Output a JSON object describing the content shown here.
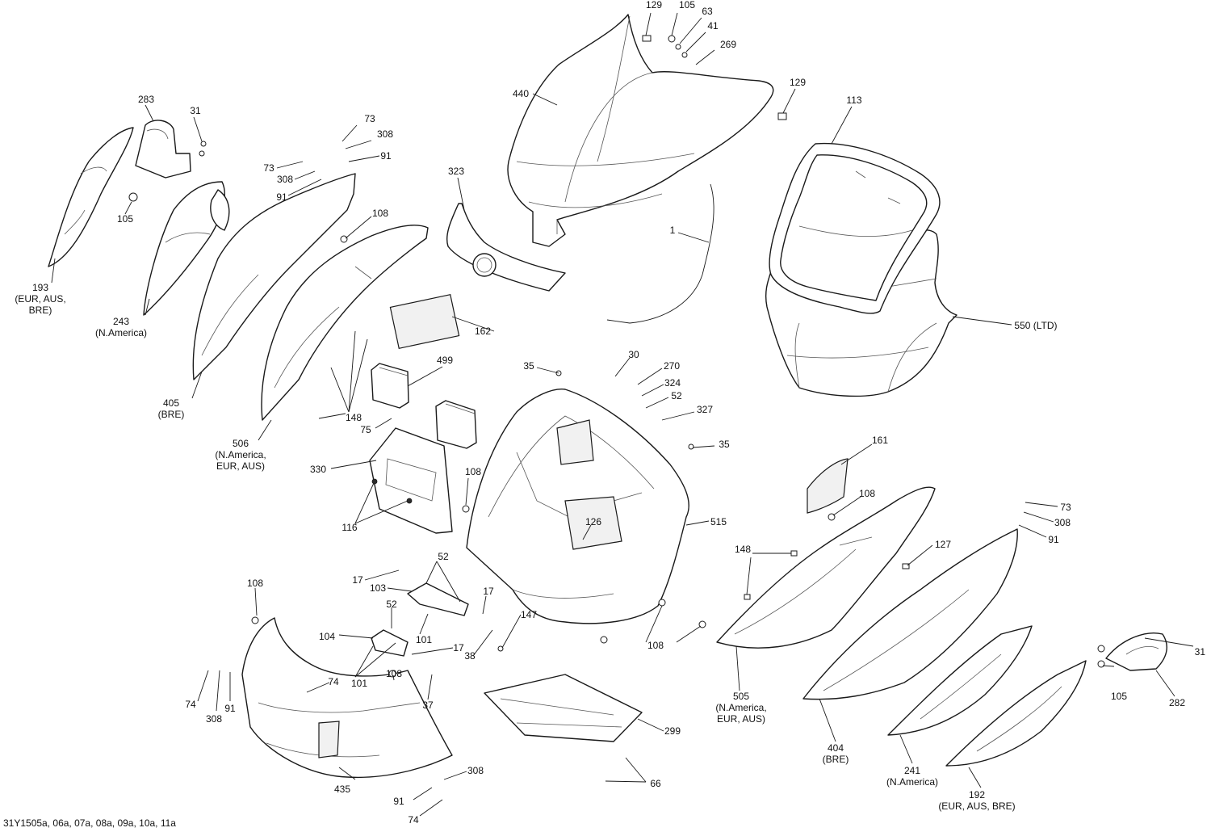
{
  "labels": [
    {
      "id": "l129a",
      "lines": [
        "129"
      ]
    },
    {
      "id": "l105a",
      "lines": [
        "105"
      ]
    },
    {
      "id": "l63",
      "lines": [
        "63"
      ]
    },
    {
      "id": "l41",
      "lines": [
        "41"
      ]
    },
    {
      "id": "l269",
      "lines": [
        "269"
      ]
    },
    {
      "id": "l129b",
      "lines": [
        "129"
      ]
    },
    {
      "id": "l440",
      "lines": [
        "440"
      ]
    },
    {
      "id": "l113",
      "lines": [
        "113"
      ]
    },
    {
      "id": "l283",
      "lines": [
        "283"
      ]
    },
    {
      "id": "l31a",
      "lines": [
        "31"
      ]
    },
    {
      "id": "l73a",
      "lines": [
        "73"
      ]
    },
    {
      "id": "l308a",
      "lines": [
        "308"
      ]
    },
    {
      "id": "l91a",
      "lines": [
        "91"
      ]
    },
    {
      "id": "l73b",
      "lines": [
        "73"
      ]
    },
    {
      "id": "l308b",
      "lines": [
        "308"
      ]
    },
    {
      "id": "l91b",
      "lines": [
        "91"
      ]
    },
    {
      "id": "l105b",
      "lines": [
        "105"
      ]
    },
    {
      "id": "l323",
      "lines": [
        "323"
      ]
    },
    {
      "id": "l108a",
      "lines": [
        "108"
      ]
    },
    {
      "id": "l1",
      "lines": [
        "1"
      ]
    },
    {
      "id": "l193",
      "lines": [
        "193",
        "(EUR, AUS,",
        "BRE)"
      ]
    },
    {
      "id": "l243",
      "lines": [
        "243",
        "(N.America)"
      ]
    },
    {
      "id": "l162",
      "lines": [
        "162"
      ]
    },
    {
      "id": "l550",
      "lines": [
        "550 (LTD)"
      ]
    },
    {
      "id": "l35a",
      "lines": [
        "35"
      ]
    },
    {
      "id": "l30",
      "lines": [
        "30"
      ]
    },
    {
      "id": "l270",
      "lines": [
        "270"
      ]
    },
    {
      "id": "l499",
      "lines": [
        "499"
      ]
    },
    {
      "id": "l324",
      "lines": [
        "324"
      ]
    },
    {
      "id": "l52a",
      "lines": [
        "52"
      ]
    },
    {
      "id": "l405",
      "lines": [
        "405",
        "(BRE)"
      ]
    },
    {
      "id": "l327",
      "lines": [
        "327"
      ]
    },
    {
      "id": "l148a",
      "lines": [
        "148"
      ]
    },
    {
      "id": "l75",
      "lines": [
        "75"
      ]
    },
    {
      "id": "l506",
      "lines": [
        "506",
        "(N.America,",
        "EUR, AUS)"
      ]
    },
    {
      "id": "l35b",
      "lines": [
        "35"
      ]
    },
    {
      "id": "l161",
      "lines": [
        "161"
      ]
    },
    {
      "id": "l330",
      "lines": [
        "330"
      ]
    },
    {
      "id": "l108b",
      "lines": [
        "108"
      ]
    },
    {
      "id": "l108c",
      "lines": [
        "108"
      ]
    },
    {
      "id": "l73c",
      "lines": [
        "73"
      ]
    },
    {
      "id": "l308c",
      "lines": [
        "308"
      ]
    },
    {
      "id": "l116",
      "lines": [
        "116"
      ]
    },
    {
      "id": "l126",
      "lines": [
        "126"
      ]
    },
    {
      "id": "l515",
      "lines": [
        "515"
      ]
    },
    {
      "id": "l91c",
      "lines": [
        "91"
      ]
    },
    {
      "id": "l127",
      "lines": [
        "127"
      ]
    },
    {
      "id": "l148b",
      "lines": [
        "148"
      ]
    },
    {
      "id": "l52b",
      "lines": [
        "52"
      ]
    },
    {
      "id": "l17a",
      "lines": [
        "17"
      ]
    },
    {
      "id": "l103",
      "lines": [
        "103"
      ]
    },
    {
      "id": "l17b",
      "lines": [
        "17"
      ]
    },
    {
      "id": "l108d",
      "lines": [
        "108"
      ]
    },
    {
      "id": "l52c",
      "lines": [
        "52"
      ]
    },
    {
      "id": "l104",
      "lines": [
        "104"
      ]
    },
    {
      "id": "l101a",
      "lines": [
        "101"
      ]
    },
    {
      "id": "l147",
      "lines": [
        "147"
      ]
    },
    {
      "id": "l17c",
      "lines": [
        "17"
      ]
    },
    {
      "id": "l108e",
      "lines": [
        "108"
      ]
    },
    {
      "id": "l31b",
      "lines": [
        "31"
      ]
    },
    {
      "id": "l101b",
      "lines": [
        "101"
      ]
    },
    {
      "id": "l108f",
      "lines": [
        "108"
      ]
    },
    {
      "id": "l38",
      "lines": [
        "38"
      ]
    },
    {
      "id": "l74a",
      "lines": [
        "74"
      ]
    },
    {
      "id": "l74b",
      "lines": [
        "74"
      ]
    },
    {
      "id": "l308d",
      "lines": [
        "308"
      ]
    },
    {
      "id": "l91d",
      "lines": [
        "91"
      ]
    },
    {
      "id": "l37",
      "lines": [
        "37"
      ]
    },
    {
      "id": "l105c",
      "lines": [
        "105"
      ]
    },
    {
      "id": "l282",
      "lines": [
        "282"
      ]
    },
    {
      "id": "l505",
      "lines": [
        "505",
        "(N.America,",
        "EUR, AUS)"
      ]
    },
    {
      "id": "l299",
      "lines": [
        "299"
      ]
    },
    {
      "id": "l404",
      "lines": [
        "404",
        "(BRE)"
      ]
    },
    {
      "id": "l241",
      "lines": [
        "241",
        "(N.America)"
      ]
    },
    {
      "id": "l308e",
      "lines": [
        "308"
      ]
    },
    {
      "id": "l435",
      "lines": [
        "435"
      ]
    },
    {
      "id": "l66",
      "lines": [
        "66"
      ]
    },
    {
      "id": "l91e",
      "lines": [
        "91"
      ]
    },
    {
      "id": "l192",
      "lines": [
        "192",
        "(EUR, AUS, BRE)"
      ]
    },
    {
      "id": "l74c",
      "lines": [
        "74"
      ]
    }
  ],
  "drawing_code": "31Y1505a, 06a, 07a, 08a, 09a, 10a, 11a"
}
